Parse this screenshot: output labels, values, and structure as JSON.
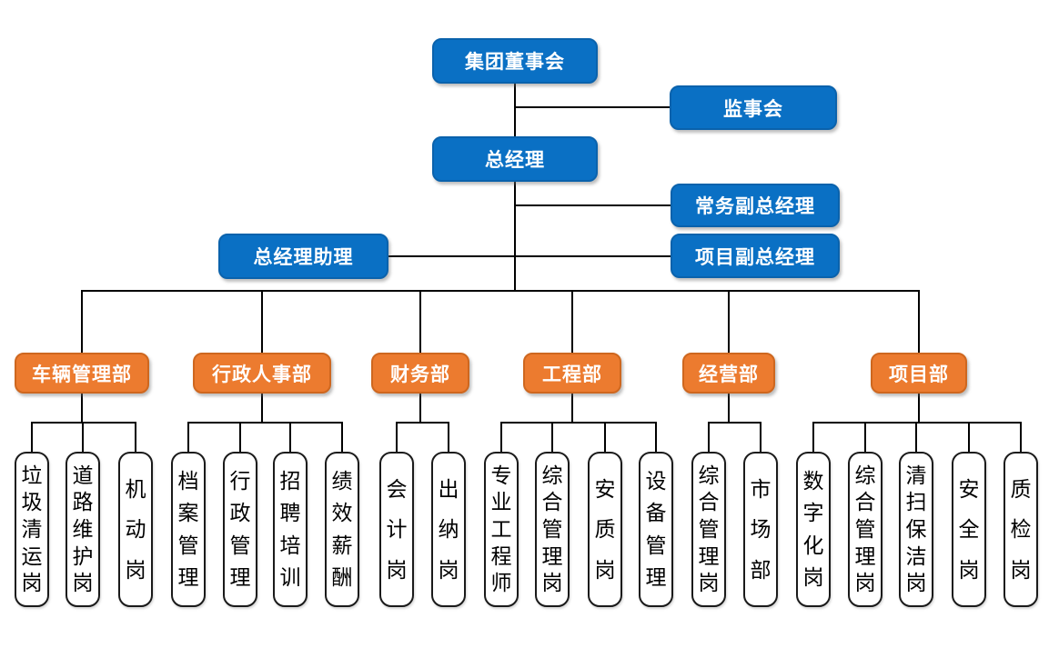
{
  "diagram_type": "organization-chart",
  "colors": {
    "blue-fill": "#0A70C4",
    "blue-border": "#0A62AC",
    "orange-fill": "#EC7B2F",
    "orange-border": "#CE671F",
    "leaf-border": "#1A1A1A",
    "leaf-text": "#000000",
    "line": "#000000",
    "box-text": "#FFFFFF",
    "bg": "#FFFFFF"
  },
  "executives": {
    "board": "集团董事会",
    "supervisory": "监事会",
    "gm": "总经理",
    "exec_deputy_gm": "常务副总经理",
    "gm_assistant": "总经理助理",
    "project_deputy_gm": "项目副总经理"
  },
  "departments": [
    {
      "label": "车辆管理部",
      "children": [
        "垃圾清运岗",
        "道路维护岗",
        "机动岗"
      ]
    },
    {
      "label": "行政人事部",
      "children": [
        "档案管理",
        "行政管理",
        "招聘培训",
        "绩效薪酬"
      ]
    },
    {
      "label": "财务部",
      "children": [
        "会计岗",
        "出纳岗"
      ]
    },
    {
      "label": "工程部",
      "children": [
        "专业工程师",
        "综合管理岗",
        "安质岗",
        "设备管理"
      ]
    },
    {
      "label": "经营部",
      "children": [
        "综合管理岗",
        "市场部"
      ]
    },
    {
      "label": "项目部",
      "children": [
        "数字化岗",
        "综合管理岗",
        "清扫保洁岗",
        "安全岗",
        "质检岗"
      ]
    }
  ]
}
